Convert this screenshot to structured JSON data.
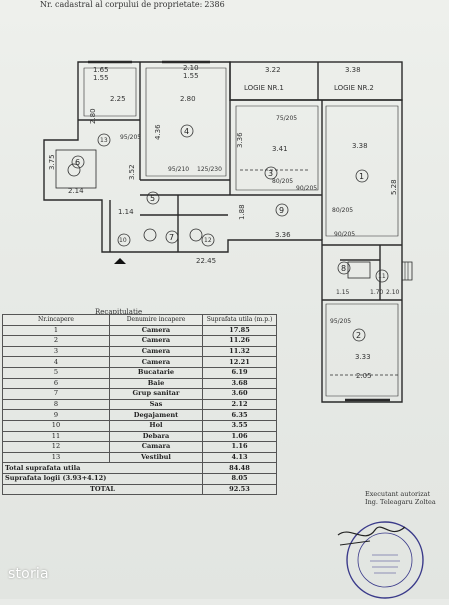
{
  "header": {
    "prefix": "Nr.",
    "text": "cadastral al corpului de proprietate:",
    "number": "2386"
  },
  "plan": {
    "dims": [
      "1.65",
      "1.55",
      "2.10",
      "1.55",
      "3.22",
      "3.38",
      "2.25",
      "2.80",
      "3.36",
      "3.41",
      "3.38",
      "5.28",
      "3.52",
      "2.14",
      "3.75",
      "1.14",
      "1.88",
      "3.36",
      "22.45",
      "3.33",
      "2.05",
      "1.70",
      "1.15",
      "2.10",
      "4.36",
      "2.80"
    ],
    "doors": [
      "95/205",
      "80/205",
      "80/205",
      "90/205",
      "90/205",
      "95/205",
      "75/205",
      "125/230",
      "95/210"
    ],
    "logia_labels": [
      "LOGIE NR.1",
      "LOGIE NR.2"
    ],
    "room_numbers": [
      "1",
      "2",
      "3",
      "4",
      "5",
      "6",
      "7",
      "8",
      "9",
      "10",
      "11",
      "12",
      "13"
    ]
  },
  "recap": {
    "title": "Recapitulatie",
    "headers": [
      "Nr.incapere",
      "Denumire incapere",
      "Suprafata utila (m.p.)"
    ],
    "rows": [
      {
        "nr": "1",
        "name": "Camera",
        "area": "17.85"
      },
      {
        "nr": "2",
        "name": "Camera",
        "area": "11.26"
      },
      {
        "nr": "3",
        "name": "Camera",
        "area": "11.32"
      },
      {
        "nr": "4",
        "name": "Camera",
        "area": "12.21"
      },
      {
        "nr": "5",
        "name": "Bucatarie",
        "area": "6.19"
      },
      {
        "nr": "6",
        "name": "Baie",
        "area": "3.68"
      },
      {
        "nr": "7",
        "name": "Grup sanitar",
        "area": "3.60"
      },
      {
        "nr": "8",
        "name": "Sas",
        "area": "2.12"
      },
      {
        "nr": "9",
        "name": "Degajament",
        "area": "6.35"
      },
      {
        "nr": "10",
        "name": "Hol",
        "area": "3.55"
      },
      {
        "nr": "11",
        "name": "Debara",
        "area": "1.06"
      },
      {
        "nr": "12",
        "name": "Camara",
        "area": "1.16"
      },
      {
        "nr": "13",
        "name": "Vestibul",
        "area": "4.13"
      }
    ],
    "total_useful_label": "Total suprafata utila",
    "total_useful": "84.48",
    "logia_label": "Suprafata logii  (3.93+4.12)",
    "logia_value": "8.05",
    "total_label": "TOTAL",
    "total_value": "92.53"
  },
  "executant": {
    "label": "Executant autorizat",
    "name": "Ing. Teleagaru Zoltea"
  },
  "watermark": "storia",
  "colors": {
    "ink": "#333333",
    "paper": "#e9ebe8",
    "stamp": "#3a3a8a"
  }
}
